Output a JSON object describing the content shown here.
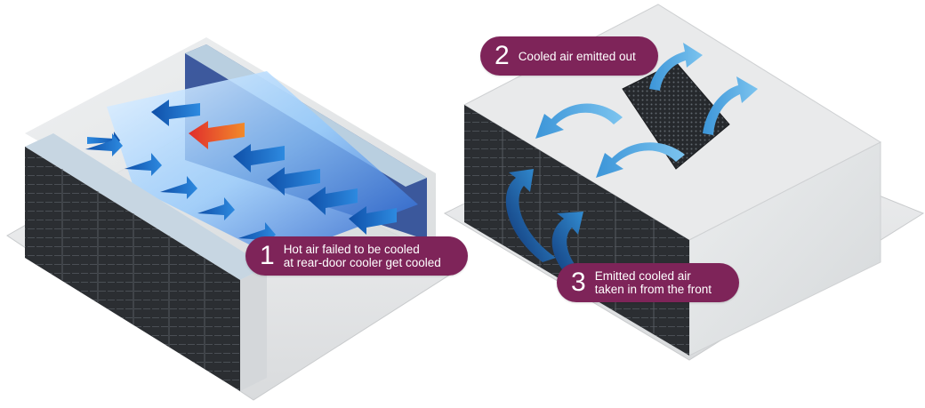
{
  "callouts": [
    {
      "number": "1",
      "lines": [
        "Hot air failed to be cooled",
        "at rear-door cooler get cooled"
      ]
    },
    {
      "number": "2",
      "lines": [
        "Cooled air emitted out"
      ]
    },
    {
      "number": "3",
      "lines": [
        "Emitted cooled air",
        "taken in from the front"
      ]
    }
  ],
  "colors": {
    "callout_bg": "#7e2459",
    "arrow_blue": "#1e6fc4",
    "arrow_light_blue": "#4aa6dc",
    "arrow_hot": "#e8452c",
    "rack_body": "#2f3236",
    "enclosure": "#e6e7e9"
  }
}
